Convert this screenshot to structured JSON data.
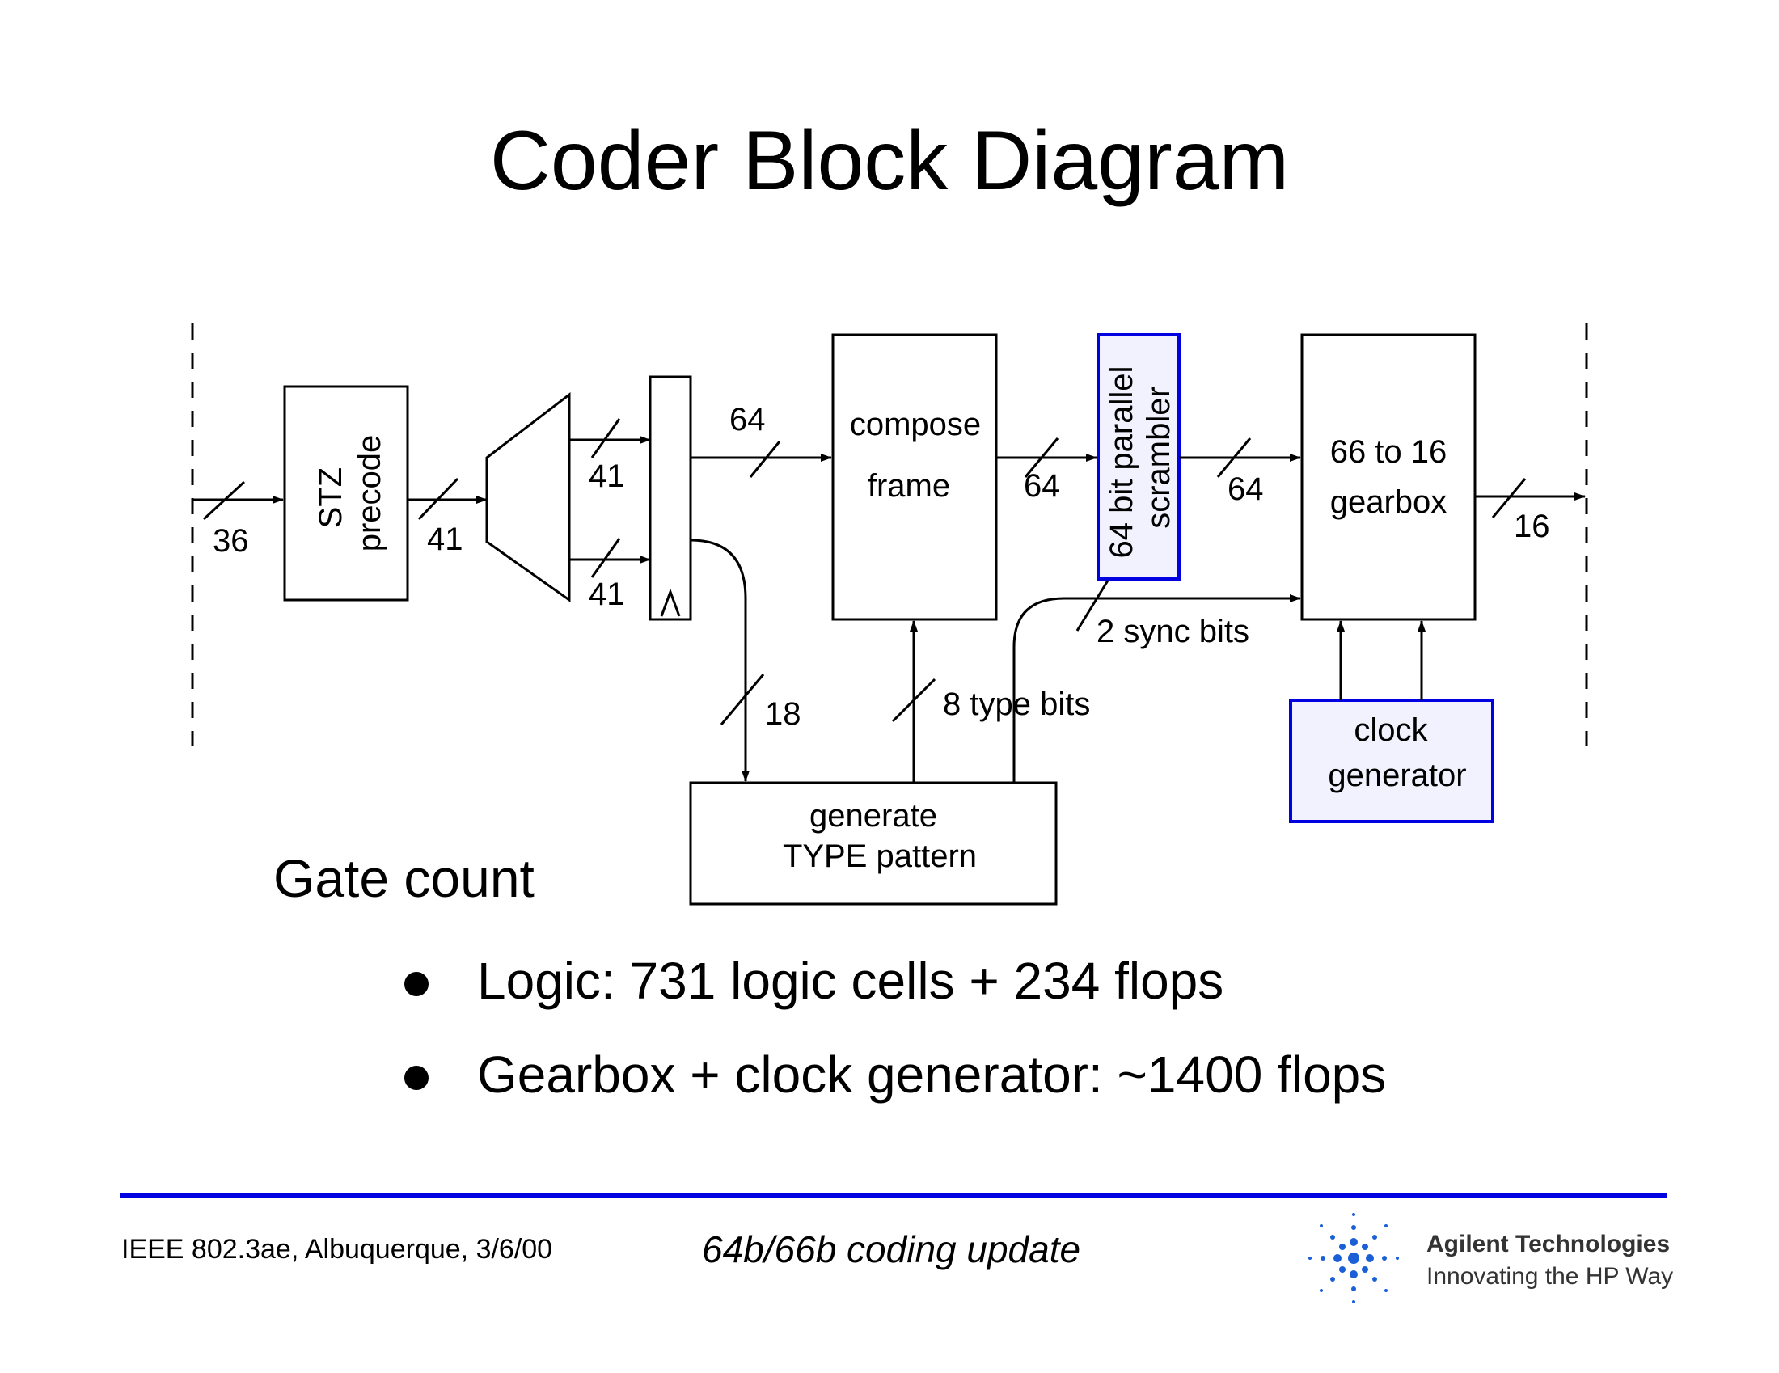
{
  "title": "Coder Block Diagram",
  "blocks": {
    "stz_precode": [
      "STZ",
      "precode"
    ],
    "compose_frame": [
      "compose",
      "frame"
    ],
    "scrambler": [
      "64 bit parallel",
      "scrambler"
    ],
    "gearbox": [
      "66 to 16",
      "gearbox"
    ],
    "clock_generator": [
      "clock",
      "generator"
    ],
    "generate_type": [
      "generate",
      "TYPE pattern"
    ]
  },
  "bus_widths": {
    "input": "36",
    "stz_out": "41",
    "mux_top": "41",
    "mux_bottom": "41",
    "reg_to_compose": "64",
    "compose_to_scrambler": "64",
    "scrambler_to_gearbox": "64",
    "output": "16",
    "to_generate": "18",
    "type_bits": "8 type bits",
    "sync_bits": "2 sync bits"
  },
  "gate_count": {
    "heading": "Gate count",
    "items": [
      "Logic: 731 logic cells + 234 flops",
      "Gearbox + clock generator: ~1400 flops"
    ]
  },
  "footer": {
    "left": "IEEE 802.3ae, Albuquerque, 3/6/00",
    "center": "64b/66b coding update",
    "logo_name": "Agilent Technologies",
    "logo_tagline": "Innovating the HP Way"
  },
  "colors": {
    "highlight_border": "#0000e0",
    "highlight_fill": "#f2f2ff",
    "footer_rule": "#0000e0"
  }
}
